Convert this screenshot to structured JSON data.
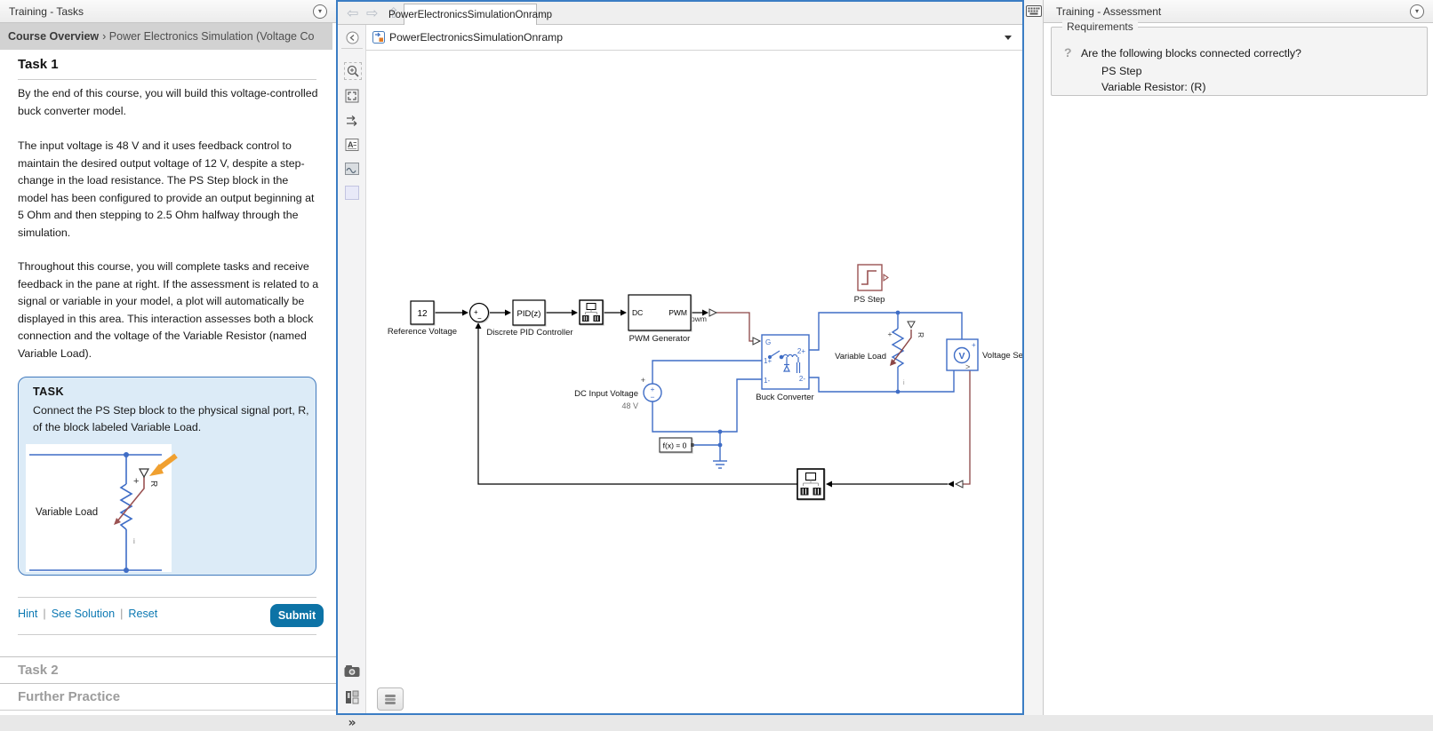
{
  "icons": {
    "menu_chevron": "▾",
    "nav_back": "⇦",
    "nav_forward": "⇨",
    "nav_up": "⇧",
    "browser_collapse": "◂",
    "expand_more": "»"
  },
  "left_panel": {
    "title": "Training - Tasks",
    "breadcrumb": {
      "bold": "Course Overview",
      "rest": "› Power Electronics Simulation (Voltage Co"
    },
    "task1": {
      "heading": "Task 1",
      "p1": "By the end of this course, you will build this voltage-controlled buck converter model.",
      "p2": "The input voltage is 48 V and it uses feedback control to maintain the desired output voltage of 12 V, despite a step-change in the load resistance. The PS Step block in the model has been configured to provide an output beginning at 5 Ohm and then stepping to 2.5 Ohm halfway through the simulation.",
      "p3": "Throughout this course, you will complete tasks and receive feedback in the pane at right. If the assessment is related to a signal or variable in your model, a plot will automatically be displayed in this area. This interaction assesses both a block connection and the voltage of the Variable Resistor (named Variable Load)."
    },
    "task_box": {
      "label": "TASK",
      "instruction": "Connect the PS Step block to the physical signal port, R, of the block labeled Variable Load.",
      "diagram": {
        "resistor_label": "Variable Load",
        "port_label": "R",
        "plus": "+",
        "current": "i"
      }
    },
    "actions": {
      "hint": "Hint",
      "see_solution": "See Solution",
      "reset": "Reset",
      "sep": "|",
      "submit": "Submit"
    },
    "sections": [
      {
        "label": "Task 2"
      },
      {
        "label": "Further Practice"
      }
    ]
  },
  "editor": {
    "tab_title": "PowerElectronicsSimulationOnramp",
    "breadcrumb": "PowerElectronicsSimulationOnramp",
    "blocks": {
      "reference_voltage": {
        "value": "12",
        "label": "Reference Voltage"
      },
      "sum": {
        "plus": "+",
        "minus": "−"
      },
      "pid": {
        "text": "PID(z)",
        "label": "Discrete PID Controller"
      },
      "pwm": {
        "in": "DC",
        "out": "PWM",
        "label": "PWM Generator",
        "signal": "pwm"
      },
      "buck": {
        "label": "Buck Converter",
        "g": "G",
        "p1": "1+",
        "m1": "1-",
        "p2": "2+",
        "m2": "2-"
      },
      "dc_input": {
        "label": "DC Input Voltage",
        "value": "48 V",
        "plus": "+"
      },
      "solver": {
        "text": "f(x) = 0"
      },
      "ps_step": {
        "label": "PS Step"
      },
      "variable_load": {
        "label": "Variable Load",
        "port": "R",
        "plus": "+",
        "current": "i"
      },
      "voltage_sensor": {
        "symbol": "V",
        "plus": "+",
        "out": ">",
        "label": "Voltage Sensor"
      }
    }
  },
  "right_panel": {
    "title": "Training - Assessment",
    "requirements": {
      "legend": "Requirements",
      "qmark": "?",
      "question": "Are the following blocks connected correctly?",
      "items": [
        "PS Step",
        "Variable Resistor: (R)"
      ]
    }
  }
}
